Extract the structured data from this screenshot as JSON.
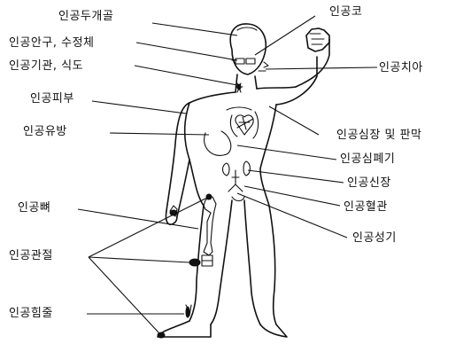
{
  "labels": {
    "skull": "인공두개골",
    "nose": "인공코",
    "eye": "인공안구, 수정체",
    "teeth": "인공치아",
    "trachea": "인공기관, 식도",
    "skin": "인공피부",
    "breast": "인공유방",
    "heart_valve": "인공심장 및 판막",
    "heart_lung": "인공심폐기",
    "bone": "인공뼈",
    "kidney": "인공신장",
    "vessel": "인공혈관",
    "joint": "인공관절",
    "genital": "인공성기",
    "tendon": "인공힘줄"
  }
}
